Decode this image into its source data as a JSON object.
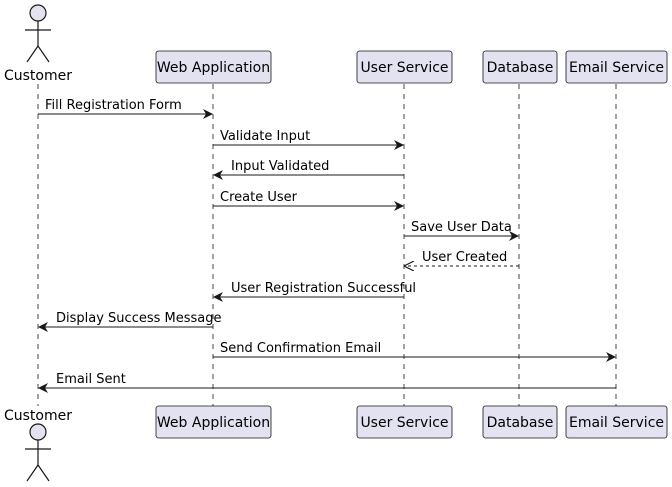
{
  "participants": [
    {
      "id": "customer",
      "label": "Customer",
      "kind": "actor"
    },
    {
      "id": "webapp",
      "label": "Web Application",
      "kind": "box"
    },
    {
      "id": "usersvc",
      "label": "User Service",
      "kind": "box"
    },
    {
      "id": "db",
      "label": "Database",
      "kind": "box"
    },
    {
      "id": "email",
      "label": "Email Service",
      "kind": "box"
    }
  ],
  "messages": [
    {
      "from": "customer",
      "to": "webapp",
      "label": "Fill Registration Form",
      "style": "solid"
    },
    {
      "from": "webapp",
      "to": "usersvc",
      "label": "Validate Input",
      "style": "solid"
    },
    {
      "from": "usersvc",
      "to": "webapp",
      "label": "Input Validated",
      "style": "solid"
    },
    {
      "from": "webapp",
      "to": "usersvc",
      "label": "Create User",
      "style": "solid"
    },
    {
      "from": "usersvc",
      "to": "db",
      "label": "Save User Data",
      "style": "solid"
    },
    {
      "from": "db",
      "to": "usersvc",
      "label": "User Created",
      "style": "dashed"
    },
    {
      "from": "usersvc",
      "to": "webapp",
      "label": "User Registration Successful",
      "style": "solid"
    },
    {
      "from": "webapp",
      "to": "customer",
      "label": "Display Success Message",
      "style": "solid"
    },
    {
      "from": "webapp",
      "to": "email",
      "label": "Send Confirmation Email",
      "style": "solid"
    },
    {
      "from": "email",
      "to": "customer",
      "label": "Email Sent",
      "style": "solid"
    }
  ],
  "colors": {
    "box_fill": "#e2e2f0",
    "box_stroke": "#181818",
    "lifeline": "#181818",
    "arrow": "#181818"
  }
}
